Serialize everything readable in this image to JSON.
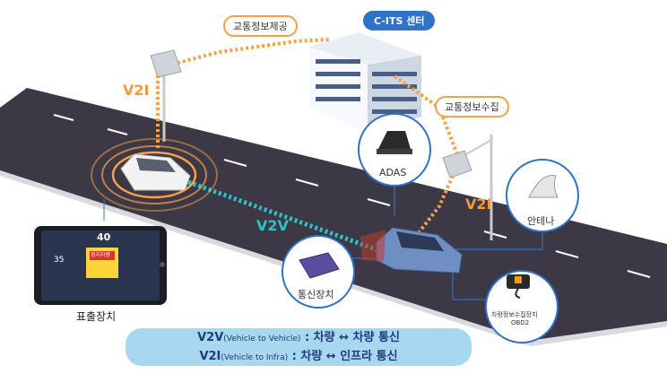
{
  "labels": {
    "traffic_info_provide": "교통정보제공",
    "cits_center": "C-ITS 센터",
    "traffic_info_collect": "교통정보수집",
    "v2i_left": "V2I",
    "v2i_right": "V2I",
    "v2v": "V2V",
    "adas": "ADAS",
    "antenna": "안테나",
    "comm_device": "통신장치",
    "collector": "차량정보수집장치",
    "obd2": "OBD2",
    "display_device": "표출장치"
  },
  "tablet": {
    "speed": "40",
    "left_value": "35",
    "warning_text": "정지차량"
  },
  "legend": {
    "v2v_term": "V2V",
    "v2v_paren": "(Vehicle to Vehicle)",
    "v2v_desc": " : 차량 ↔ 차량 통신",
    "v2i_term": "V2I",
    "v2i_paren": "(Vehicle to Infra)",
    "v2i_desc": " : 차량 ↔ 인프라 통신"
  },
  "colors": {
    "orange": "#f4a14a",
    "blue": "#2f72c7",
    "teal": "#2bc4c6",
    "road": "#3f3a47",
    "legend_bg": "#a8d7f0"
  }
}
